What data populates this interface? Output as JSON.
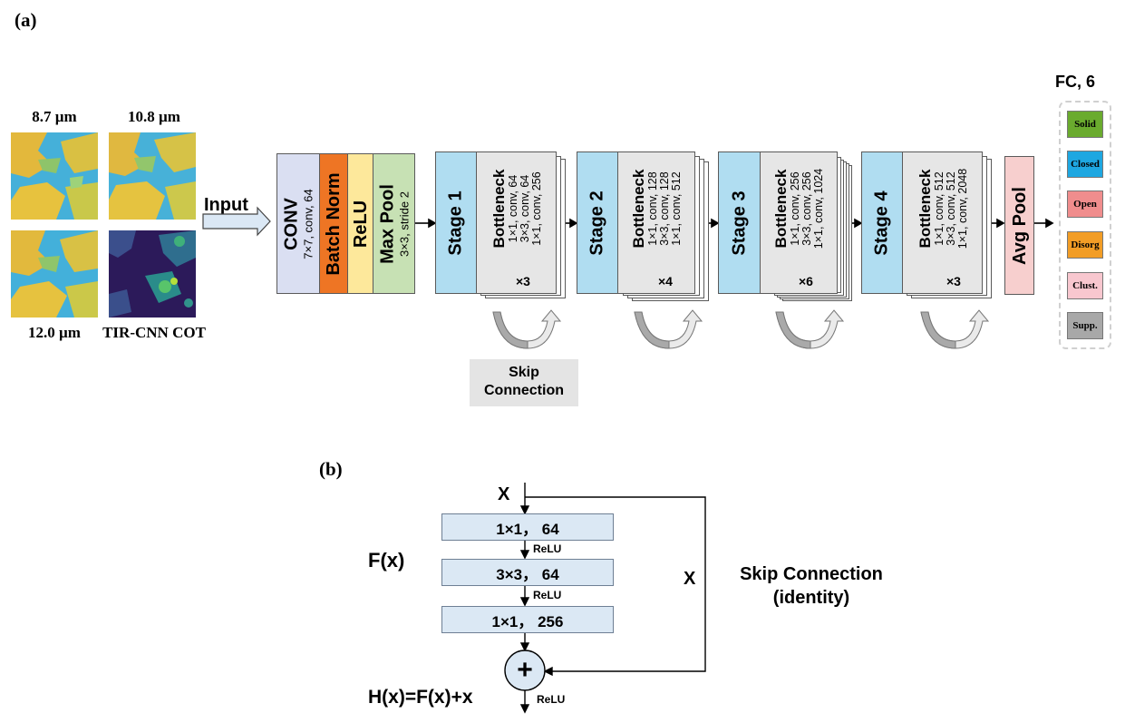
{
  "panel_a": {
    "label": "(a)",
    "input_images": [
      {
        "label": "8.7 µm"
      },
      {
        "label": "10.8 µm"
      },
      {
        "label": "12.0 µm"
      },
      {
        "label": "TIR-CNN COT"
      }
    ],
    "input_arrow_label": "Input",
    "conv": {
      "title": "CONV",
      "detail": "7×7, conv, 64"
    },
    "batch_norm": {
      "title": "Batch Norm"
    },
    "relu": {
      "title": "ReLU"
    },
    "max_pool": {
      "title": "Max Pool",
      "detail": "3×3, stride 2"
    },
    "stages": [
      {
        "title": "Stage 1",
        "bottleneck": "Bottleneck",
        "lines": [
          "1×1, conv, 64",
          "3×3, conv, 64",
          "1×1, conv, 256"
        ],
        "repeat": "×3"
      },
      {
        "title": "Stage 2",
        "bottleneck": "Bottleneck",
        "lines": [
          "1×1, conv, 128",
          "3×3, conv, 128",
          "1×1, conv, 512"
        ],
        "repeat": "×4"
      },
      {
        "title": "Stage 3",
        "bottleneck": "Bottleneck",
        "lines": [
          "1×1, conv, 256",
          "3×3, conv, 256",
          "1×1, conv, 1024"
        ],
        "repeat": "×6"
      },
      {
        "title": "Stage 4",
        "bottleneck": "Bottleneck",
        "lines": [
          "1×1, conv, 512",
          "3×3, conv, 512",
          "1×1, conv, 2048"
        ],
        "repeat": "×3"
      }
    ],
    "skip_connection_label": "Skip\nConnection",
    "avg_pool": {
      "title": "Avg Pool"
    },
    "fc": {
      "title": "FC, 6",
      "classes": [
        {
          "label": "Solid",
          "color": "#6aab2e"
        },
        {
          "label": "Closed",
          "color": "#1ea7e1"
        },
        {
          "label": "Open",
          "color": "#f08d8d"
        },
        {
          "label": "Disorg",
          "color": "#f29d26"
        },
        {
          "label": "Clust.",
          "color": "#f8c7cf"
        },
        {
          "label": "Supp.",
          "color": "#a8a8a8"
        }
      ]
    },
    "colors": {
      "conv": "#dadff2",
      "batch_norm": "#ee7524",
      "relu": "#fde89b",
      "max_pool": "#c7e1b4",
      "stage": "#b0ddf1",
      "bottleneck": "#e6e6e6",
      "avg_pool": "#f7cfce"
    }
  },
  "panel_b": {
    "label": "(b)",
    "input_x": "X",
    "fx_label": "F(x)",
    "layers": [
      "1×1， 64",
      "3×3， 64",
      "1×1， 256"
    ],
    "relu_label": "ReLU",
    "skip_x": "X",
    "skip_label": "Skip Connection\n(identity)",
    "plus": "+",
    "output_label": "H(x)=F(x)+x",
    "output_relu": "ReLU"
  }
}
